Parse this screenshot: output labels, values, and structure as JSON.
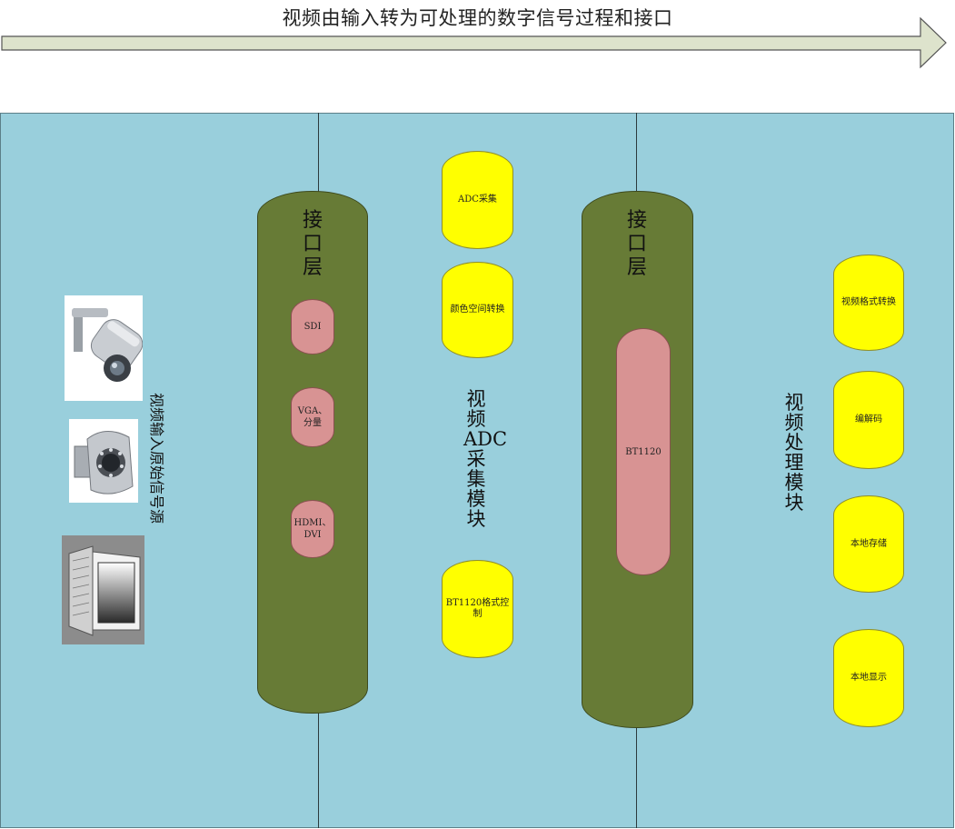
{
  "header": {
    "title": "视频由输入转为可处理的数字信号过程和接口"
  },
  "sections": {
    "source_label": "视频输入原始信号源",
    "adc_label": "视频ADC采集模块",
    "processing_label": "视频处理模块"
  },
  "interface_layers": [
    {
      "title": "接口层",
      "items": [
        "SDI",
        "VGA、分量",
        "HDMI、DVI"
      ]
    },
    {
      "title": "接口层",
      "items": [
        "BT1120"
      ]
    }
  ],
  "adc_steps": [
    "ADC采集",
    "颜色空间转换",
    "BT1120格式控制"
  ],
  "processing_steps": [
    "视频格式转换",
    "编解码",
    "本地存储",
    "本地显示"
  ],
  "colors": {
    "panel": "#99cfdc",
    "interface_layer": "#677b36",
    "interface_item": "#d89393",
    "module_step": "#ffff00"
  },
  "devices": [
    "camera-icon",
    "dome-camera-icon",
    "laptop-icon"
  ]
}
